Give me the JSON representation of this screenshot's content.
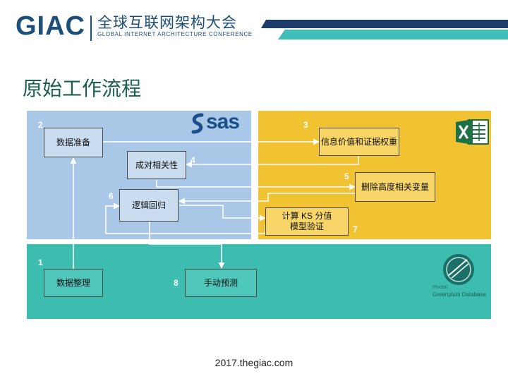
{
  "header": {
    "logo_text": "GIAC",
    "logo_cn": "全球互联网架构大会",
    "logo_en": "GLOBAL INTERNET ARCHITECTURE CONFERENCE"
  },
  "page_title": "原始工作流程",
  "regions": {
    "sas": {
      "logo_text": "sas"
    },
    "greenplum": {
      "label_line1": "Pivotal",
      "label_line2": "Greenplum Database"
    }
  },
  "steps": {
    "s1": {
      "num": "1",
      "label": "数据整理"
    },
    "s2": {
      "num": "2",
      "label": "数据准备"
    },
    "s3": {
      "num": "3",
      "label": "信息价值和证据权重"
    },
    "s4": {
      "num": "4",
      "label": "成对相关性"
    },
    "s5": {
      "num": "5",
      "label": "删除高度相关变量"
    },
    "s6": {
      "num": "6",
      "label": "逻辑回归"
    },
    "s7": {
      "num": "7",
      "label_line1": "计算 KS 分值",
      "label_line2": "模型验证"
    },
    "s8": {
      "num": "8",
      "label": "手动预测"
    }
  },
  "colors": {
    "brand_navy": "#1b4e78",
    "sas_region": "#a9c8e8",
    "excel_region": "#f1c232",
    "greenplum_region": "#3dbdb0"
  },
  "footer": {
    "url": "2017.thegiac.com"
  }
}
